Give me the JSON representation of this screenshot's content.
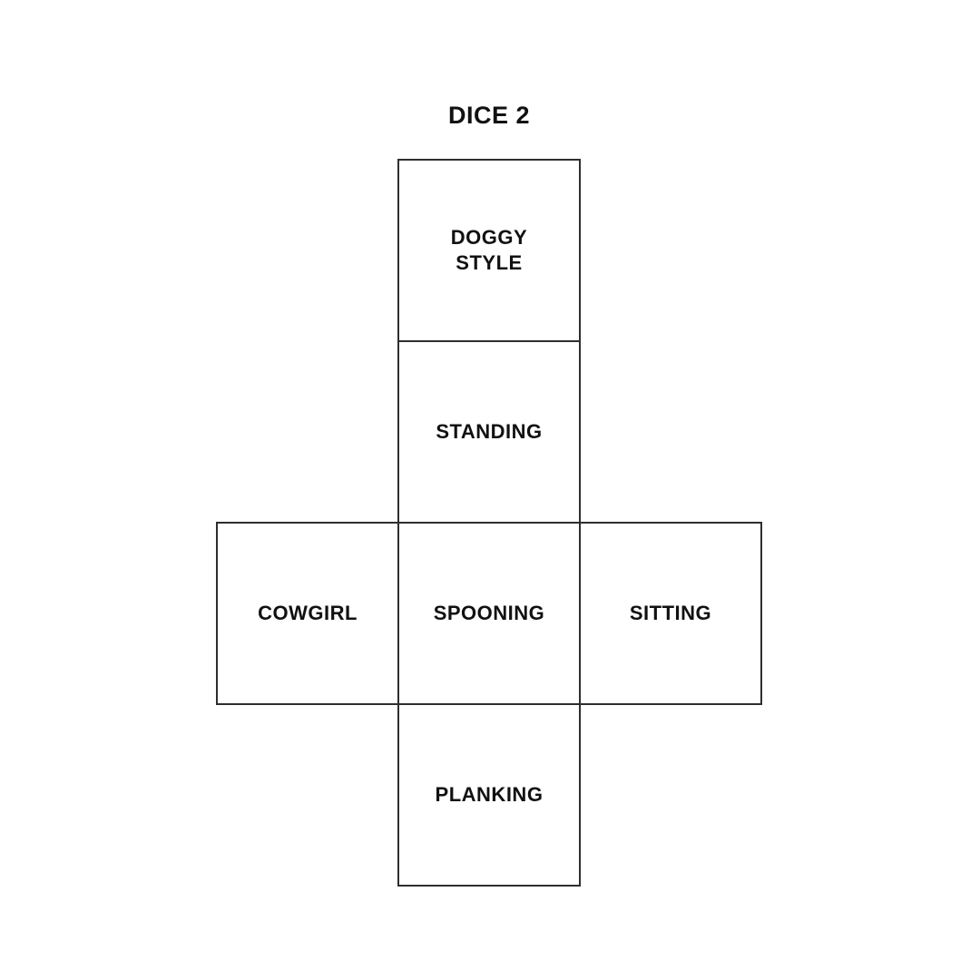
{
  "title": "DICE 2",
  "colors": {
    "background": "#ffffff",
    "line": "#2e2e2e",
    "text": "#111111"
  },
  "net": {
    "description": "unfolded cube net with six labeled faces",
    "cells": [
      {
        "id": "doggy-style",
        "label": "DOGGY\nSTYLE",
        "position": "top"
      },
      {
        "id": "standing",
        "label": "STANDING",
        "position": "upper-middle"
      },
      {
        "id": "cowgirl",
        "label": "COWGIRL",
        "position": "middle-left"
      },
      {
        "id": "spooning",
        "label": "SPOONING",
        "position": "middle-center"
      },
      {
        "id": "sitting",
        "label": "SITTING",
        "position": "middle-right"
      },
      {
        "id": "planking",
        "label": "PLANKING",
        "position": "bottom"
      }
    ]
  }
}
